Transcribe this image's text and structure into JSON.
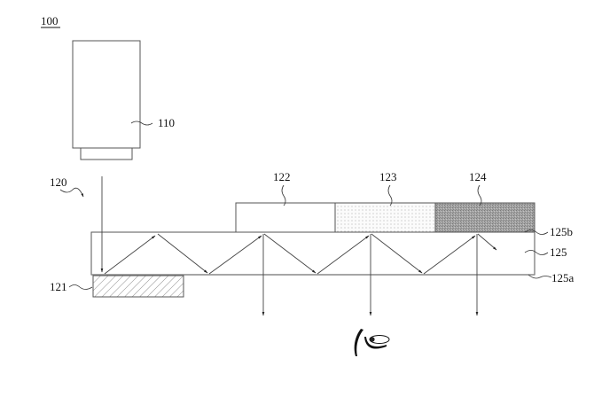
{
  "figure": {
    "reference_numeral": "100",
    "type": "patent-style optical diagram (waveguide display)"
  },
  "components": [
    {
      "id": "projector",
      "label": "110",
      "description": "light projector with lens"
    },
    {
      "id": "optical-system",
      "label": "120",
      "description": "waveguide assembly (arrow pointer)"
    },
    {
      "id": "in-coupler",
      "label": "121",
      "description": "hatched input coupling element"
    },
    {
      "id": "out-coupler-1",
      "label": "122",
      "description": "output coupling region (plain)",
      "fill": "#ffffff"
    },
    {
      "id": "out-coupler-2",
      "label": "123",
      "description": "output coupling region (dotted)",
      "fill": "#f2f2f2"
    },
    {
      "id": "out-coupler-3",
      "label": "124",
      "description": "output coupling region (dense gray)",
      "fill": "#9a9a9a"
    },
    {
      "id": "waveguide",
      "label": "125",
      "description": "waveguide substrate"
    },
    {
      "id": "waveguide-top-surface",
      "label": "125b"
    },
    {
      "id": "waveguide-bottom-surface",
      "label": "125a"
    }
  ],
  "observer": {
    "icon": "eye-icon"
  },
  "out_rays": 3
}
